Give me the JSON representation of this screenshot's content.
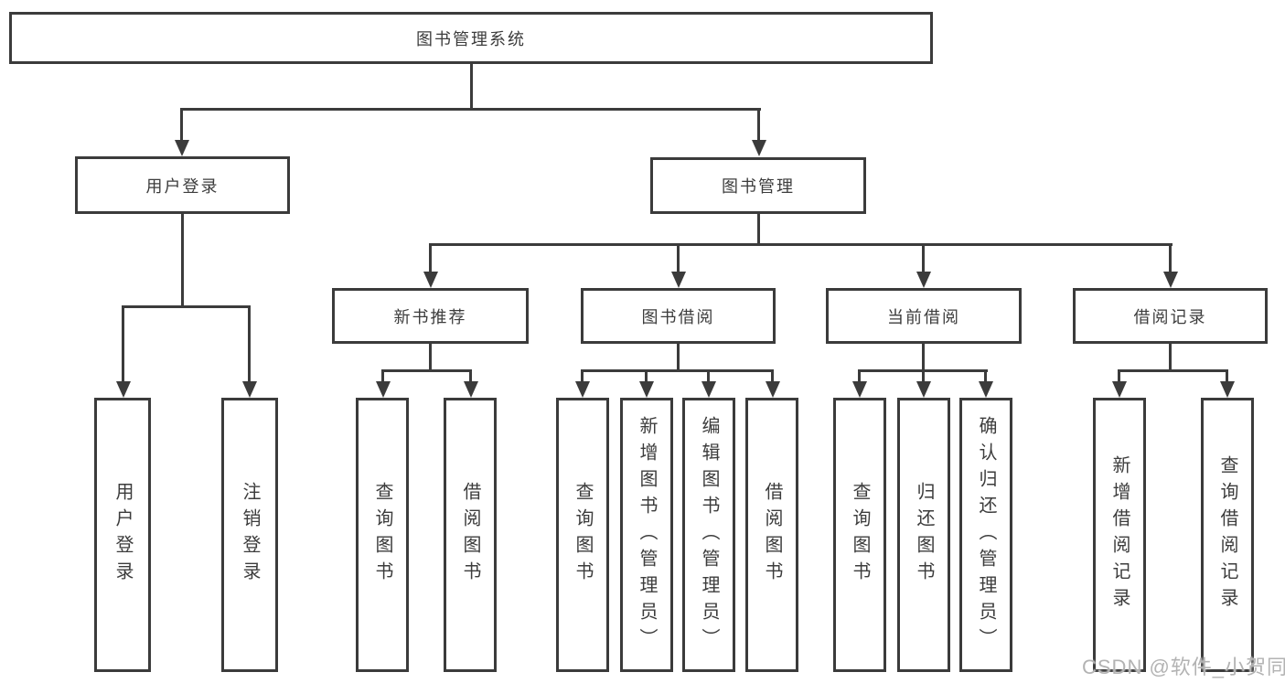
{
  "tree": {
    "root": {
      "label": "图书管理系统"
    },
    "branches": [
      {
        "label": "用户登录",
        "children": [
          {
            "label": "用户登录"
          },
          {
            "label": "注销登录"
          }
        ]
      },
      {
        "label": "图书管理",
        "groups": [
          {
            "label": "新书推荐",
            "children": [
              {
                "label": "查询图书"
              },
              {
                "label": "借阅图书"
              }
            ]
          },
          {
            "label": "图书借阅",
            "children": [
              {
                "label": "查询图书"
              },
              {
                "label": "新增图书（管理员）"
              },
              {
                "label": "编辑图书（管理员）"
              },
              {
                "label": "借阅图书"
              }
            ]
          },
          {
            "label": "当前借阅",
            "children": [
              {
                "label": "查询图书"
              },
              {
                "label": "归还图书"
              },
              {
                "label": "确认归还（管理员）"
              }
            ]
          },
          {
            "label": "借阅记录",
            "children": [
              {
                "label": "新增借阅记录"
              },
              {
                "label": "查询借阅记录"
              }
            ]
          }
        ]
      }
    ]
  },
  "watermark": {
    "text": "CSDN @软件_小贺同学"
  },
  "colors": {
    "line": "#3b3b3b",
    "text": "#3c3c3c",
    "watermark": "#b3b3b3",
    "background": "#ffffff"
  }
}
